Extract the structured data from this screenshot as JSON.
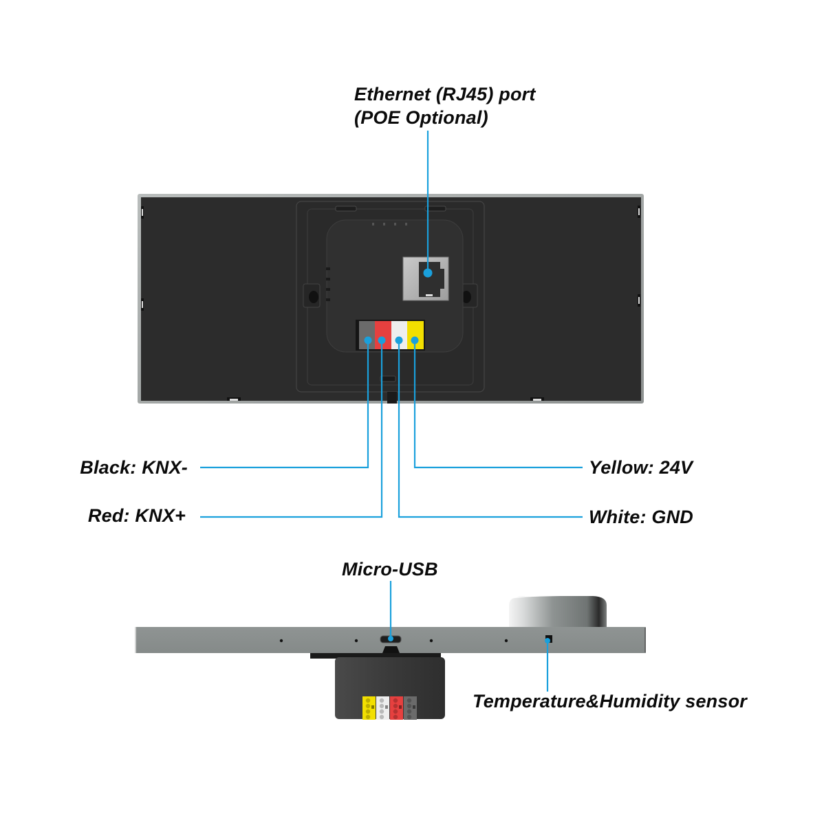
{
  "labels": {
    "ethernet": {
      "line1": "Ethernet (RJ45) port",
      "line2": "(POE Optional)"
    },
    "black": "Black: KNX-",
    "red": "Red: KNX+",
    "yellow": "Yellow: 24V",
    "white": "White: GND",
    "micro_usb": "Micro-USB",
    "sensor": "Temperature&Humidity sensor"
  },
  "colors": {
    "leader": "#1aa0dc",
    "plate_dark": "#2b2b2b",
    "plate_frame": "#9a9e9d",
    "side_plate": "#8a8f8e",
    "terminal_black": "#6b6b6b",
    "terminal_red": "#e6403f",
    "terminal_white": "#eeeeee",
    "terminal_yellow": "#f2df00"
  },
  "terminals": [
    {
      "name": "black",
      "function": "KNX-"
    },
    {
      "name": "red",
      "function": "KNX+"
    },
    {
      "name": "white",
      "function": "GND"
    },
    {
      "name": "yellow",
      "function": "24V"
    }
  ]
}
